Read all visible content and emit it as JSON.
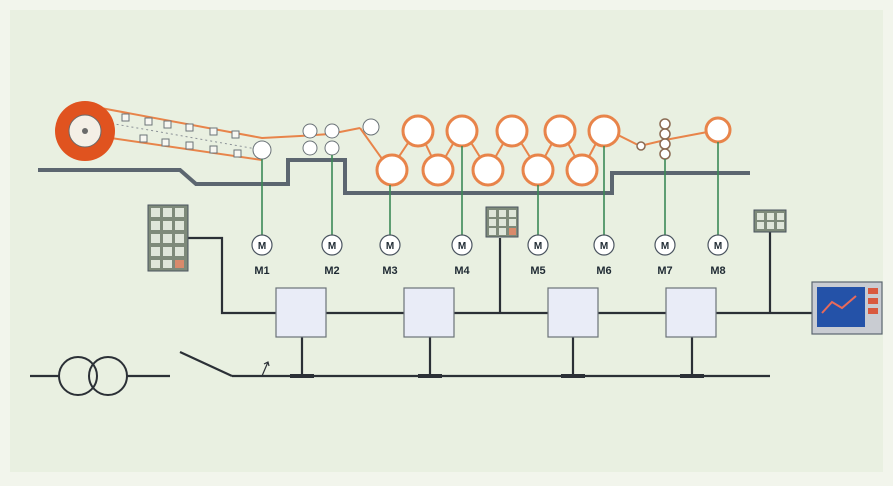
{
  "diagram": {
    "motors": [
      {
        "id": "m1",
        "symbol": "M",
        "label": "M1"
      },
      {
        "id": "m2",
        "symbol": "M",
        "label": "M2"
      },
      {
        "id": "m3",
        "symbol": "M",
        "label": "M3"
      },
      {
        "id": "m4",
        "symbol": "M",
        "label": "M4"
      },
      {
        "id": "m5",
        "symbol": "M",
        "label": "M5"
      },
      {
        "id": "m6",
        "symbol": "M",
        "label": "M6"
      },
      {
        "id": "m7",
        "symbol": "M",
        "label": "M7"
      },
      {
        "id": "m8",
        "symbol": "M",
        "label": "M8"
      }
    ],
    "colors": {
      "background": "#f2f5ec",
      "panel": "#e8efe0",
      "web": "#e8844a",
      "reel": "#e0531f",
      "frame": "#5c6670",
      "bus": "#2b3036",
      "shaft": "#3c8a56",
      "drive_box": "#e9ecf7",
      "keypad": "#b7c4b0",
      "monitor_screen": "#2452a8"
    },
    "icons": [
      "transformer-icon",
      "switch-icon",
      "operator-terminal-icon",
      "keypad-icon",
      "motor-icon",
      "drive-unit-icon",
      "roller-icon",
      "unwind-reel-icon"
    ]
  }
}
